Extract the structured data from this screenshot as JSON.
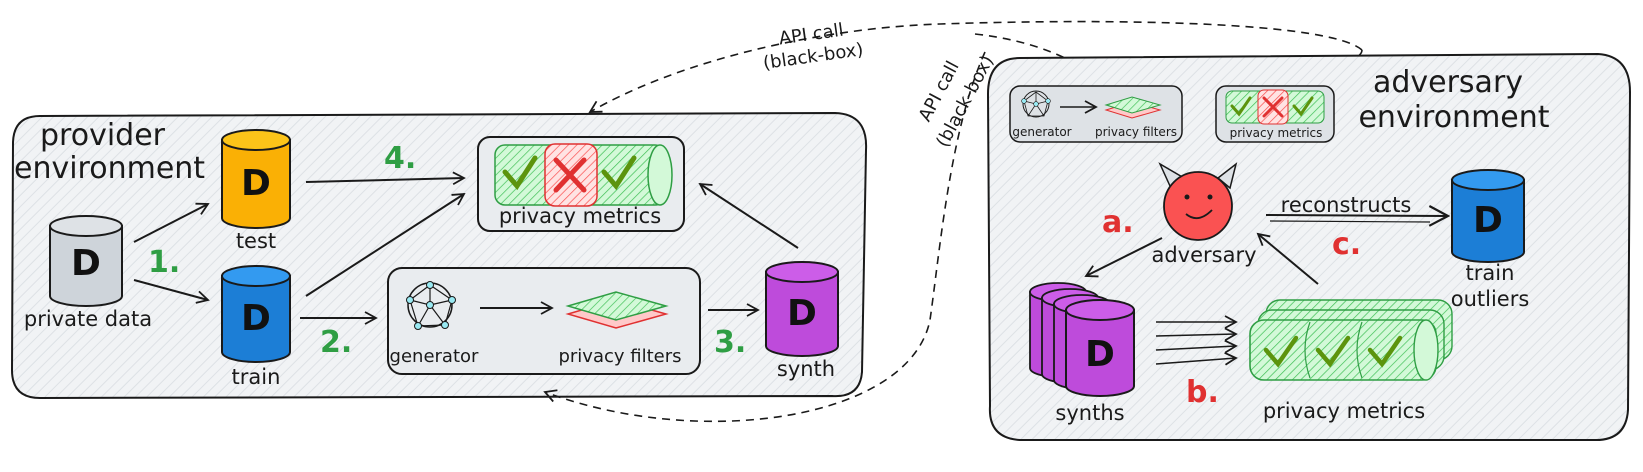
{
  "provider": {
    "title_line1": "provider",
    "title_line2": "environment",
    "private_data": {
      "letter": "D",
      "label": "private data",
      "color": "#ced4da"
    },
    "test": {
      "letter": "D",
      "label": "test",
      "color": "#fab005"
    },
    "train": {
      "letter": "D",
      "label": "train",
      "color": "#1c7ed6"
    },
    "synth": {
      "letter": "D",
      "label": "synth",
      "color": "#be4bdb"
    },
    "generator_label": "generator",
    "filters_label": "privacy filters",
    "metrics_label": "privacy metrics",
    "steps": {
      "s1": "1.",
      "s2": "2.",
      "s3": "3.",
      "s4": "4."
    }
  },
  "adversary_env": {
    "title_line1": "adversary",
    "title_line2": "environment",
    "mini_generator_label": "generator",
    "mini_filters_label": "privacy filters",
    "mini_metrics_label": "privacy metrics",
    "adversary_label": "adversary",
    "reconstructs_label": "reconstructs",
    "outliers": {
      "letter": "D",
      "label_line1": "train",
      "label_line2": "outliers",
      "color": "#1c7ed6"
    },
    "synths": {
      "letter": "D",
      "label": "synths",
      "color": "#be4bdb"
    },
    "metrics_label": "privacy metrics",
    "steps": {
      "a": "a.",
      "b": "b.",
      "c": "c."
    }
  },
  "api": {
    "call1_line1": "API call",
    "call1_line2": "(black-box)",
    "call2_line1": "API call",
    "call2_line2": "(black-box)"
  },
  "colors": {
    "step_green": "#2f9e44",
    "step_red": "#e03131",
    "check_green": "#5c940d",
    "cross_red": "#e03131",
    "metric_green": "#b2f2bb",
    "metric_red": "#ffc9c9",
    "adversary_face": "#fa5252"
  }
}
